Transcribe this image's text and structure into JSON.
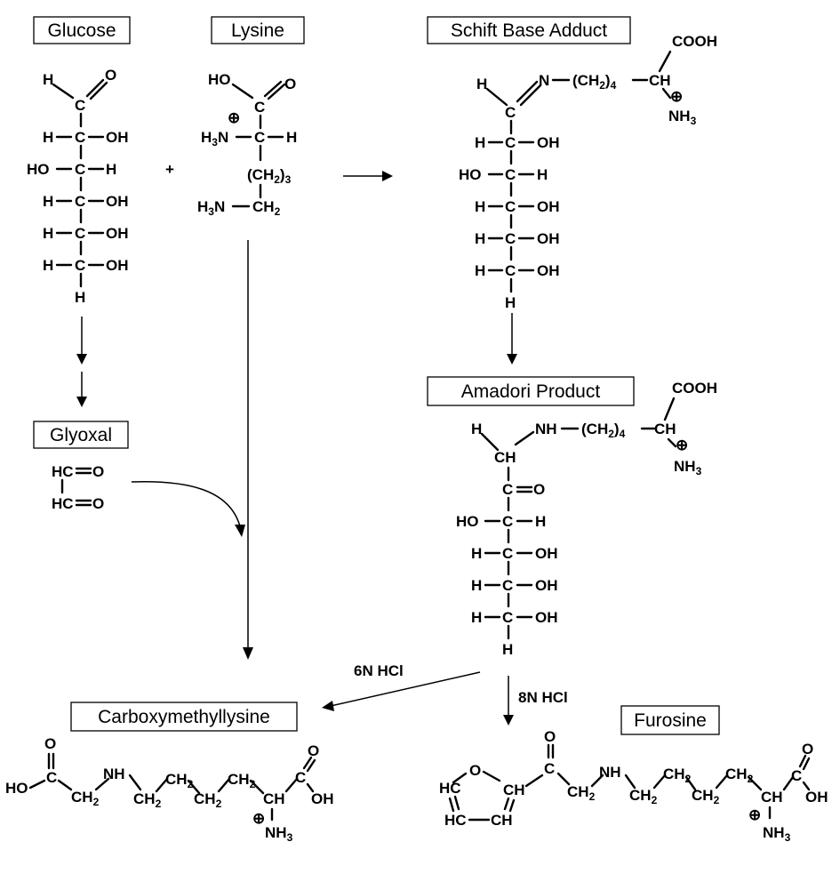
{
  "labels": {
    "glucose": "Glucose",
    "lysine": "Lysine",
    "schiff": "Schift Base Adduct",
    "amadori": "Amadori Product",
    "glyoxal": "Glyoxal",
    "cml": "Carboxymethyllysine",
    "furosine": "Furosine"
  },
  "symbols": {
    "plus": "+"
  },
  "conditions": {
    "hcl6": "6N HCl",
    "hcl8": "8N HCl"
  }
}
